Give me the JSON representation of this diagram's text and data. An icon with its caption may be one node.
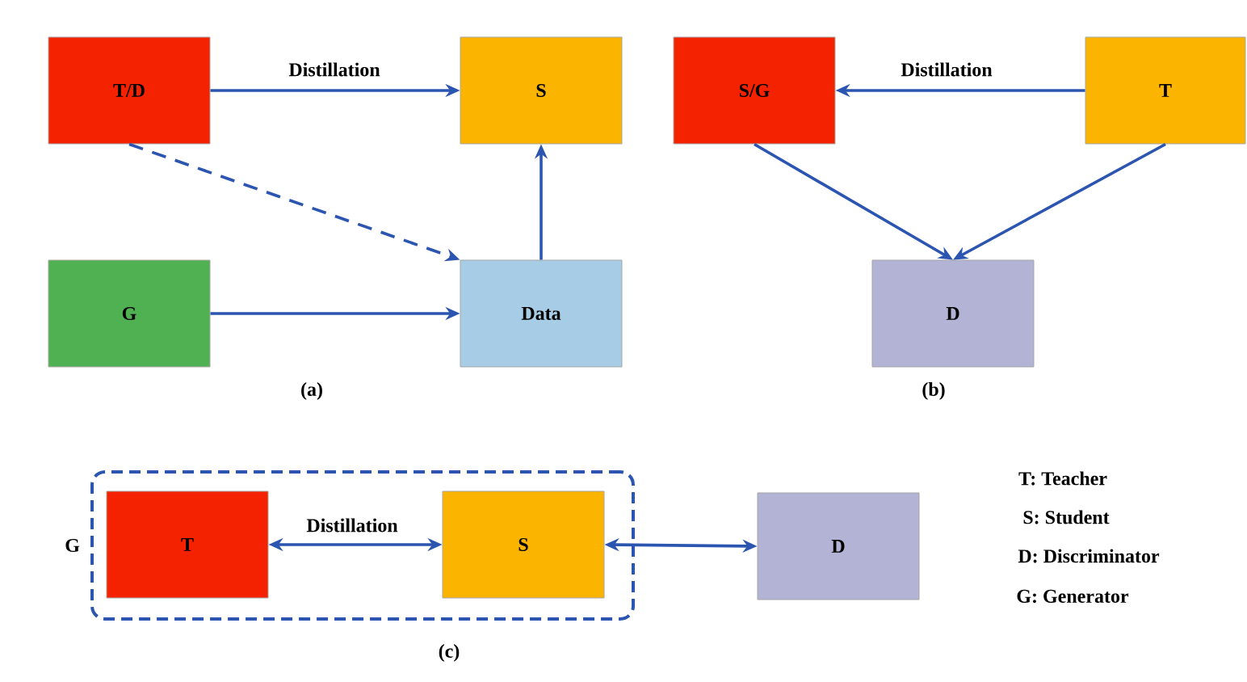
{
  "diagram": {
    "nodes": [
      {
        "text": [
          "T/D"
        ]
      },
      {
        "text": [
          "S"
        ]
      },
      {
        "text": [
          "G"
        ]
      },
      {
        "text": [
          "Data"
        ]
      },
      {
        "text": [
          "S/G"
        ]
      },
      {
        "text": [
          "T"
        ]
      },
      {
        "text": [
          "D"
        ]
      },
      {
        "text": [
          "G"
        ]
      },
      {
        "text": [
          "T"
        ],
        "in": 7
      },
      {
        "text": [
          "S"
        ],
        "in": 7
      },
      {
        "text": [
          "D"
        ]
      }
    ],
    "edges": [
      {
        "from": 0,
        "to": 1,
        "arrow": "to",
        "label": "Distillation"
      },
      {
        "from": 0,
        "to": 3,
        "arrow": "to",
        "style": "dashed"
      },
      {
        "from": 2,
        "to": 3,
        "arrow": "to"
      },
      {
        "from": 3,
        "to": 1,
        "arrow": "to"
      },
      {
        "from": 5,
        "to": 4,
        "arrow": "to",
        "label": "Distillation"
      },
      {
        "from": 4,
        "to": 6,
        "arrow": "to"
      },
      {
        "from": 5,
        "to": 6,
        "arrow": "to"
      },
      {
        "from": 8,
        "to": 9,
        "arrow": "both",
        "label": "Distillation"
      },
      {
        "from": 9,
        "to": 10,
        "arrow": "both"
      }
    ],
    "labels": [
      "(a)",
      "(b)",
      "(c)",
      "T: Teacher",
      "S: Student",
      "D: Discriminator",
      "G: Generator"
    ]
  }
}
